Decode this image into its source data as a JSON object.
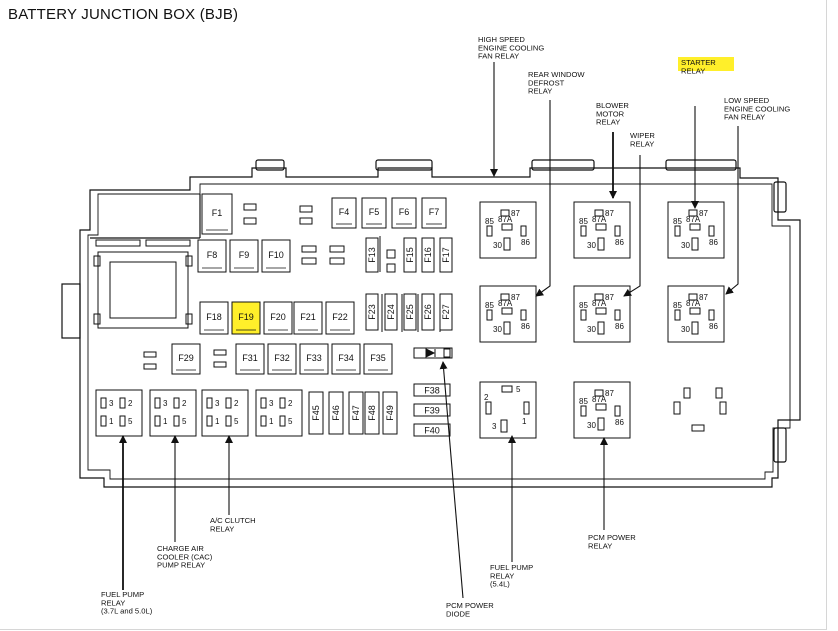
{
  "title": "BATTERY JUNCTION BOX (BJB)",
  "colors": {
    "highlight": "#ffef2a",
    "line": "#111111"
  },
  "fuses": {
    "row1": [
      "F1",
      "F4",
      "F5",
      "F6",
      "F7"
    ],
    "row2": [
      "F8",
      "F9",
      "F10"
    ],
    "row2_vertical": [
      "F13",
      "F15",
      "F16",
      "F17"
    ],
    "row3": [
      "F18",
      "F19",
      "F20",
      "F21",
      "F22"
    ],
    "row3_vertical": [
      "F23",
      "F24",
      "F25",
      "F26",
      "F27"
    ],
    "row4": [
      "F29",
      "F31",
      "F32",
      "F33",
      "F34",
      "F35"
    ],
    "row5_vertical": [
      "F45",
      "F46",
      "F47",
      "F48",
      "F49"
    ],
    "stack": [
      "F38",
      "F39",
      "F40"
    ],
    "highlighted": "F19"
  },
  "relay_pins": {
    "p85": "85",
    "p87": "87",
    "p87a": "87A",
    "p30": "30",
    "p86": "86"
  },
  "fuel_pump_pins": {
    "p2": "2",
    "p3": "3",
    "p5": "5",
    "p1": "1"
  },
  "mini_relay_pins": [
    "3",
    "2",
    "1",
    "5"
  ],
  "labels": {
    "hs_fan": [
      "HIGH SPEED",
      "ENGINE COOLING",
      "FAN RELAY"
    ],
    "rear_defrost": [
      "REAR WINDOW",
      "DEFROST",
      "RELAY"
    ],
    "blower": [
      "BLOWER",
      "MOTOR",
      "RELAY"
    ],
    "wiper": [
      "WIPER",
      "RELAY"
    ],
    "starter": [
      "STARTER",
      "RELAY"
    ],
    "ls_fan": [
      "LOW SPEED",
      "ENGINE COOLING",
      "FAN RELAY"
    ],
    "ac_clutch": [
      "A/C CLUTCH",
      "RELAY"
    ],
    "cac_pump": [
      "CHARGE AIR",
      "COOLER (CAC)",
      "PUMP RELAY"
    ],
    "fuel_pump_37": [
      "FUEL PUMP",
      "RELAY",
      "(3.7L and 5.0L)"
    ],
    "fuel_pump_54": [
      "FUEL PUMP",
      "RELAY",
      "(5.4L)"
    ],
    "pcm_power_relay": [
      "PCM POWER",
      "RELAY"
    ],
    "pcm_power_diode": [
      "PCM POWER",
      "DIODE"
    ]
  }
}
